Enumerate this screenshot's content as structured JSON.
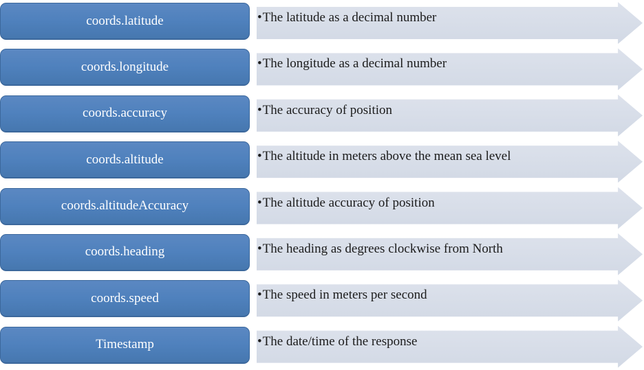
{
  "diagram": {
    "type": "arrow-list",
    "bullet_char": "•",
    "rows": [
      {
        "label": "coords.latitude",
        "description": "The latitude as a decimal number"
      },
      {
        "label": "coords.longitude",
        "description": "The longitude as a decimal number"
      },
      {
        "label": "coords.accuracy",
        "description": "The accuracy of position"
      },
      {
        "label": "coords.altitude",
        "description": "The altitude in meters above the mean sea level"
      },
      {
        "label": "coords.altitudeAccuracy",
        "description": "The altitude accuracy of position"
      },
      {
        "label": "coords.heading",
        "description": "The heading as degrees clockwise from North"
      },
      {
        "label": "coords.speed",
        "description": "The speed in meters per second"
      },
      {
        "label": "Timestamp",
        "description": "The date/time of the response"
      }
    ],
    "colors": {
      "background": "#ffffff",
      "box_fill": "#4f81bd",
      "box_border": "#3c689c",
      "box_text": "#ffffff",
      "arrow_fill_top": "#dde2ec",
      "arrow_fill_bottom": "#d2d9e5",
      "arrow_text": "#1c1c1c"
    }
  }
}
